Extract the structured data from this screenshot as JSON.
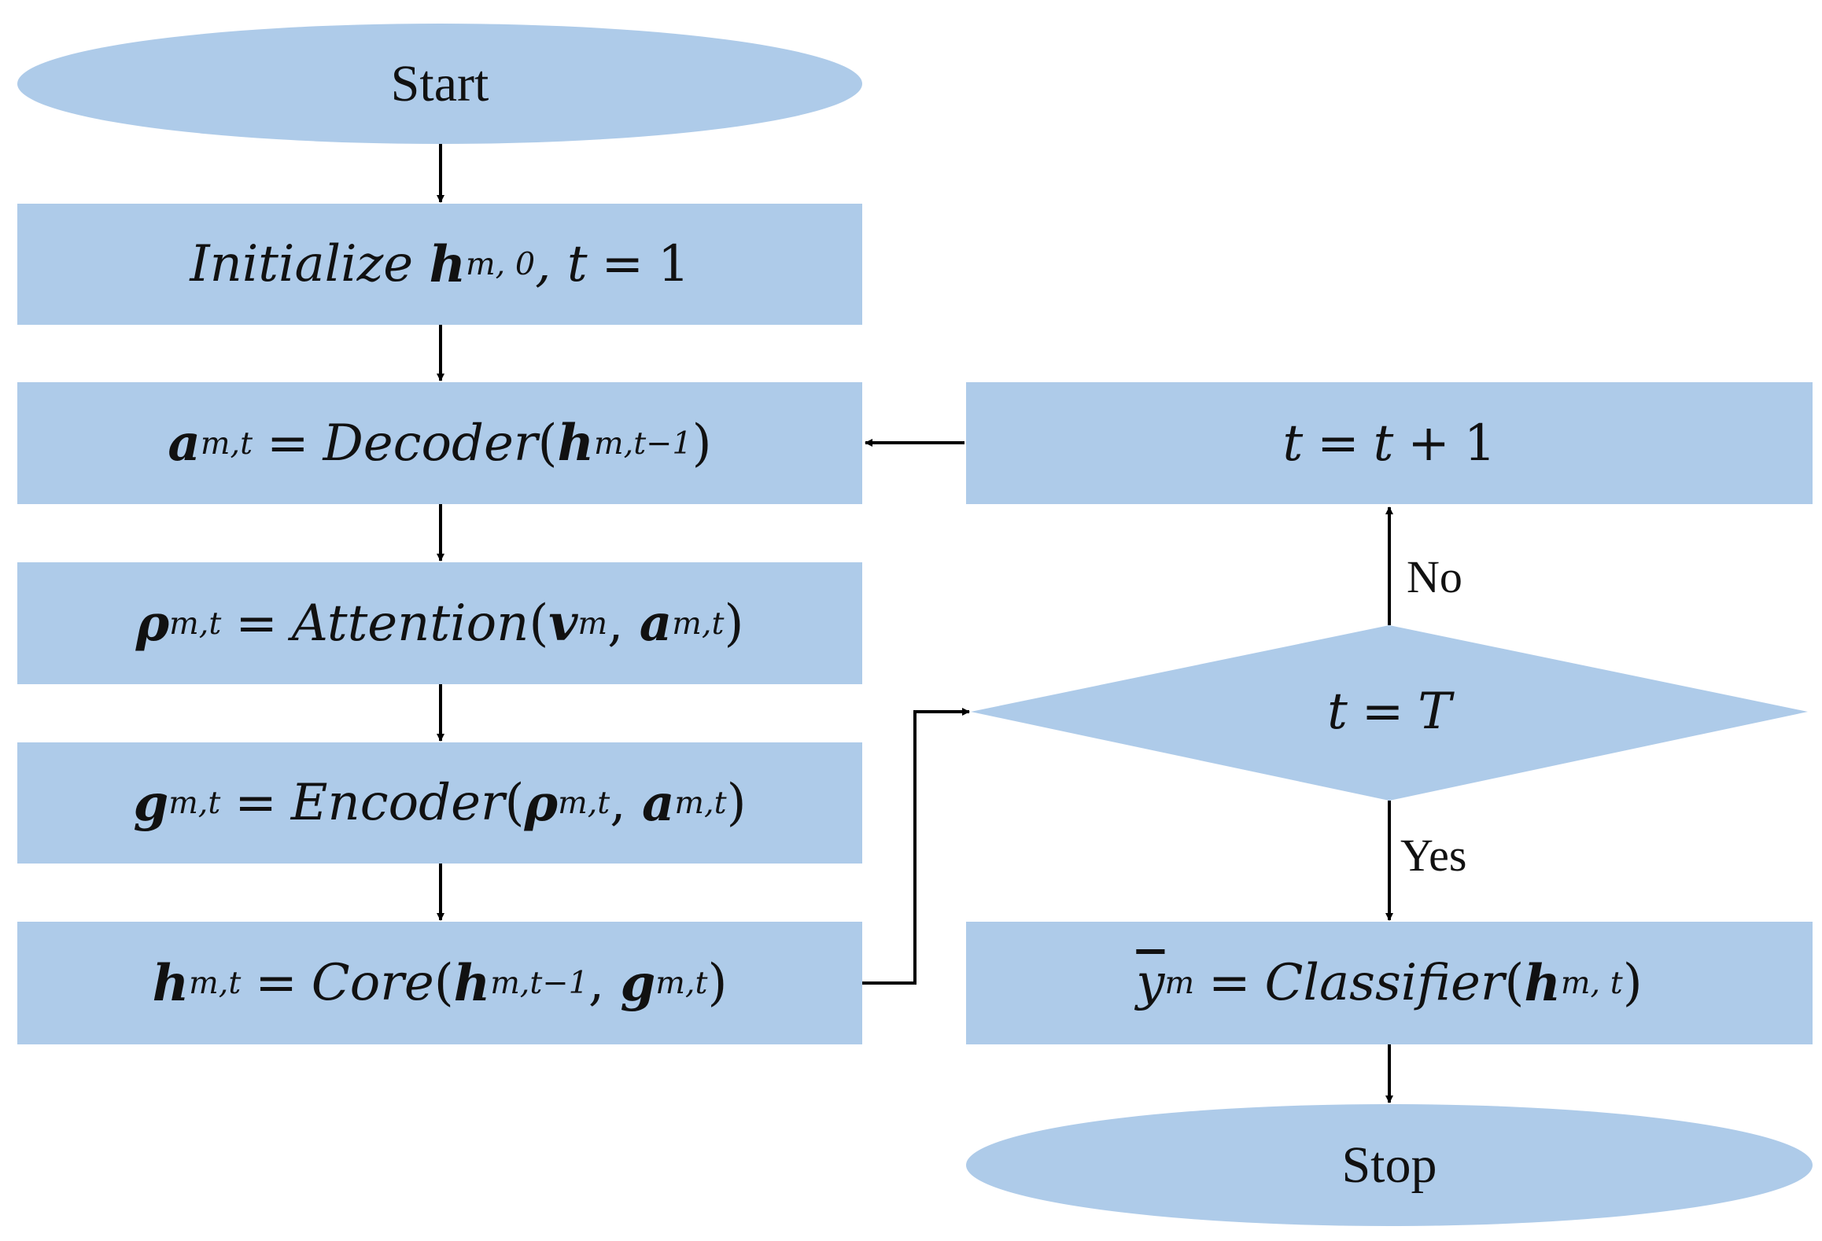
{
  "flowchart": {
    "start": "Start",
    "stop": "Stop",
    "init": {
      "label": "Initialize",
      "h": "h",
      "h_sub": "m, 0",
      "tail": ", t",
      "eq": "=",
      "rhs": "1"
    },
    "decoder": {
      "lhs": "a",
      "lhs_sub": "m,t",
      "eq": "=",
      "fn": "Decoder",
      "open": "(",
      "arg": "h",
      "arg_sub": "m,t−1",
      "close": ")"
    },
    "attention": {
      "lhs": "ρ",
      "lhs_sub": "m,t",
      "eq": "=",
      "fn": "Attention",
      "open": "(",
      "arg1": "v",
      "arg1_sub": "m",
      "sep": ",",
      "arg2": "a",
      "arg2_sub": "m,t",
      "close": ")"
    },
    "encoder": {
      "lhs": "g",
      "lhs_sub": "m,t",
      "eq": "=",
      "fn": "Encoder",
      "open": "(",
      "arg1": "ρ",
      "arg1_sub": "m,t",
      "sep": ",",
      "arg2": "a",
      "arg2_sub": "m,t",
      "close": ")"
    },
    "core": {
      "lhs": "h",
      "lhs_sub": "m,t",
      "eq": "=",
      "fn": "Core",
      "open": "(",
      "arg1": "h",
      "arg1_sub": "m,t−1",
      "sep": ",",
      "arg2": "g",
      "arg2_sub": "m,t",
      "close": ")"
    },
    "increment": {
      "lhs": "t",
      "eq": "=",
      "rhs": "t",
      "plus": "+",
      "one": "1"
    },
    "decision": {
      "lhs": "t",
      "eq": "=",
      "rhs": "T"
    },
    "classifier": {
      "lhs": "y",
      "lhs_sub": "m",
      "eq": "=",
      "fn": "Classifier",
      "open": "(",
      "arg": "h",
      "arg_sub": "m, t",
      "close": ")"
    },
    "edge_no": "No",
    "edge_yes": "Yes"
  },
  "colors": {
    "node_fill": "#aecbe9",
    "line": "#000000"
  }
}
